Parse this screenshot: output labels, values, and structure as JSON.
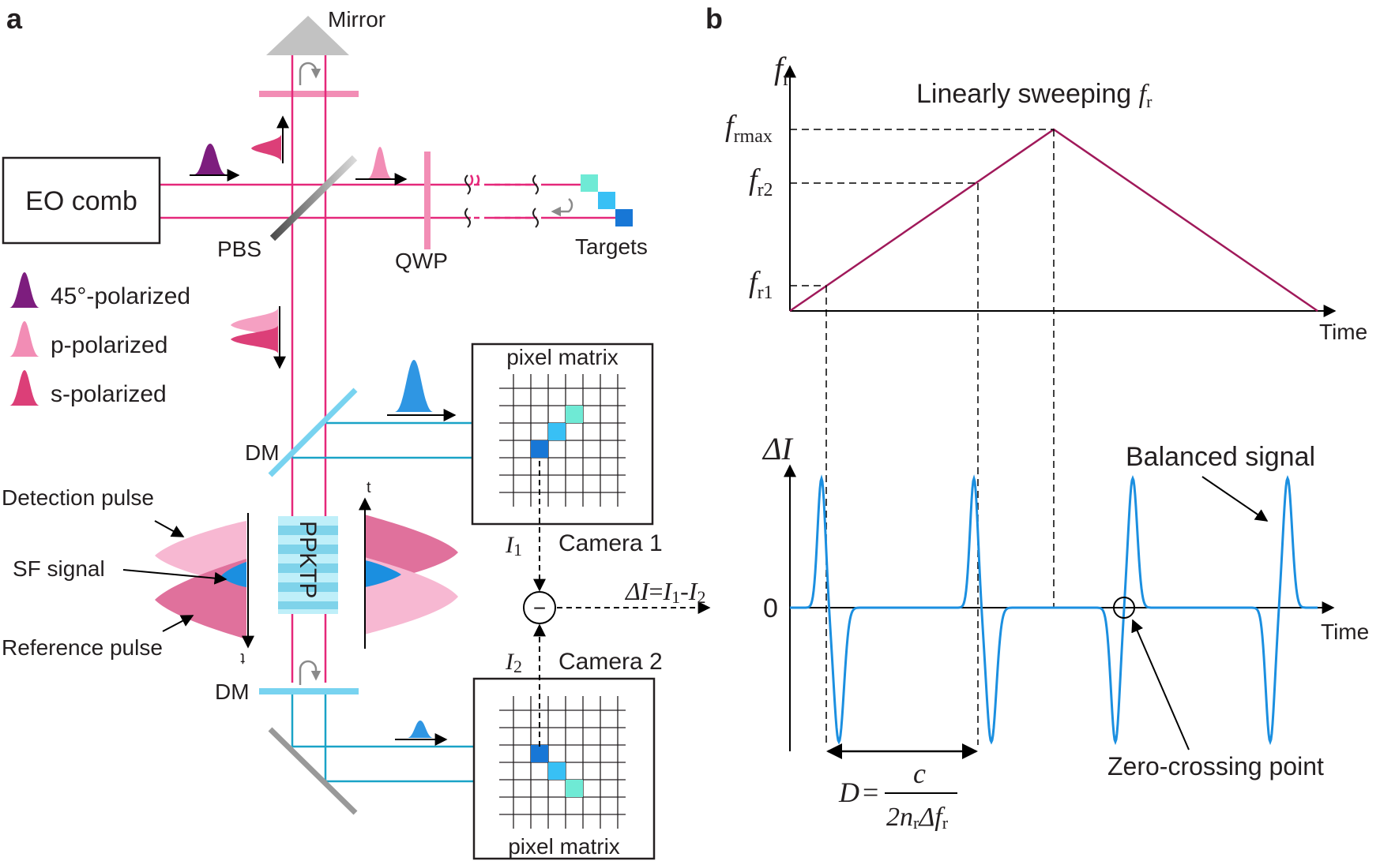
{
  "panel_a": {
    "letter": "a",
    "eo_comb": "EO comb",
    "mirror": "Mirror",
    "pbs": "PBS",
    "qwp": "QWP",
    "targets": "Targets",
    "dm_top": "DM",
    "dm_bottom": "DM",
    "crystal": "PPKTP",
    "legend": [
      {
        "label": "45°-polarized",
        "color": "#7d1d7e"
      },
      {
        "label": "p-polarized",
        "color": "#f28db5"
      },
      {
        "label": "s-polarized",
        "color": "#dc3f78"
      }
    ],
    "detection_pulse": "Detection pulse",
    "sf_signal": "SF signal",
    "reference_pulse": "Reference pulse",
    "time_symbol": "t",
    "camera1": "Camera 1",
    "camera2": "Camera 2",
    "pixel_matrix_top": "pixel matrix",
    "pixel_matrix_bottom": "pixel matrix",
    "i1": {
      "sym": "I",
      "sub": "1"
    },
    "i2": {
      "sym": "I",
      "sub": "2"
    },
    "minus": "−",
    "formula": {
      "delta": "ΔI",
      "eq": "=",
      "a": "I",
      "a_sub": "1",
      "dash": "-",
      "b": "I",
      "b_sub": "2"
    },
    "colors": {
      "beam": "#e5287a",
      "cyan": "#1aa3c7",
      "dm": "#78d3f0",
      "pixel_dark": "#1877d6",
      "pixel_mid": "#38c0f5",
      "pixel_light": "#6fead5"
    }
  },
  "panel_b": {
    "letter": "b",
    "top_y_label": {
      "sym": "f",
      "sub": "r"
    },
    "title": {
      "text": "Linearly sweeping ",
      "sym": "f",
      "sub": "r"
    },
    "top_x_label": "Time",
    "frmax": {
      "sym": "f",
      "sub": "rmax"
    },
    "fr2": {
      "sym": "f",
      "sub": "r2"
    },
    "fr1": {
      "sym": "f",
      "sub": "r1"
    },
    "bottom_y_label": "ΔI",
    "bottom_x_label": "Time",
    "zero": "0",
    "balanced_signal": "Balanced signal",
    "zero_crossing": "Zero-crossing point",
    "formula": {
      "lhs": "D",
      "eq": "=",
      "num": "c",
      "den_a": "2n",
      "den_sub": "r",
      "den_b": "Δf",
      "den_sub2": "r"
    },
    "colors": {
      "sweep": "#a0195a",
      "signal": "#1b8fe0"
    }
  }
}
